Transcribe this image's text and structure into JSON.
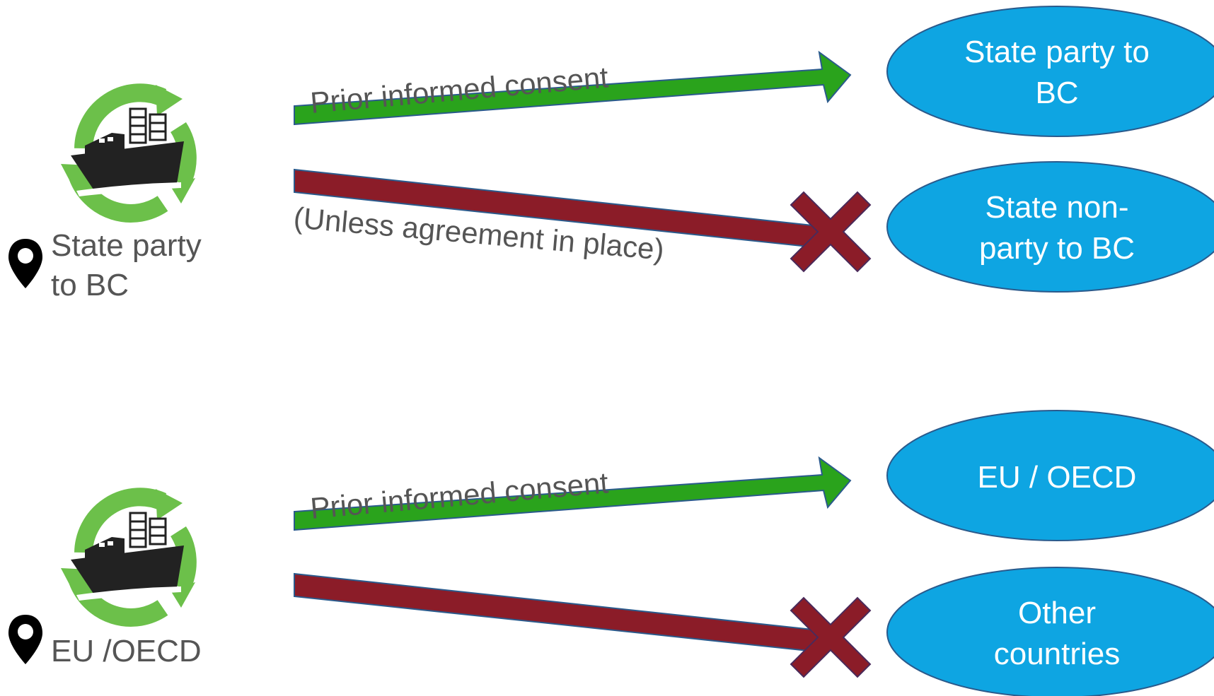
{
  "colors": {
    "allowed_arrow": "#2aa31c",
    "prohibited_arrow": "#8b1c28",
    "destination_oval": "#0ea5e2",
    "oval_border": "#2a5a8c",
    "recycle_ring": "#6cc04a",
    "text": "#555555"
  },
  "icons": [
    "recycling-ship-icon",
    "location-pin-icon",
    "cross-mark-icon",
    "arrow-icon"
  ],
  "section_bc": {
    "origin_line1": "State party",
    "origin_line2": "to BC",
    "allowed_label": "Prior informed consent",
    "prohibited_label": "(Unless agreement in place)",
    "dest_allowed_line1": "State party to",
    "dest_allowed_line2": "BC",
    "dest_prohibited_line1": "State non-",
    "dest_prohibited_line2": "party to BC"
  },
  "section_oecd": {
    "origin_line1": "EU /OECD",
    "allowed_label": "Prior informed consent",
    "dest_allowed_line1": "EU / OECD",
    "dest_prohibited_line1": "Other",
    "dest_prohibited_line2": "countries"
  }
}
